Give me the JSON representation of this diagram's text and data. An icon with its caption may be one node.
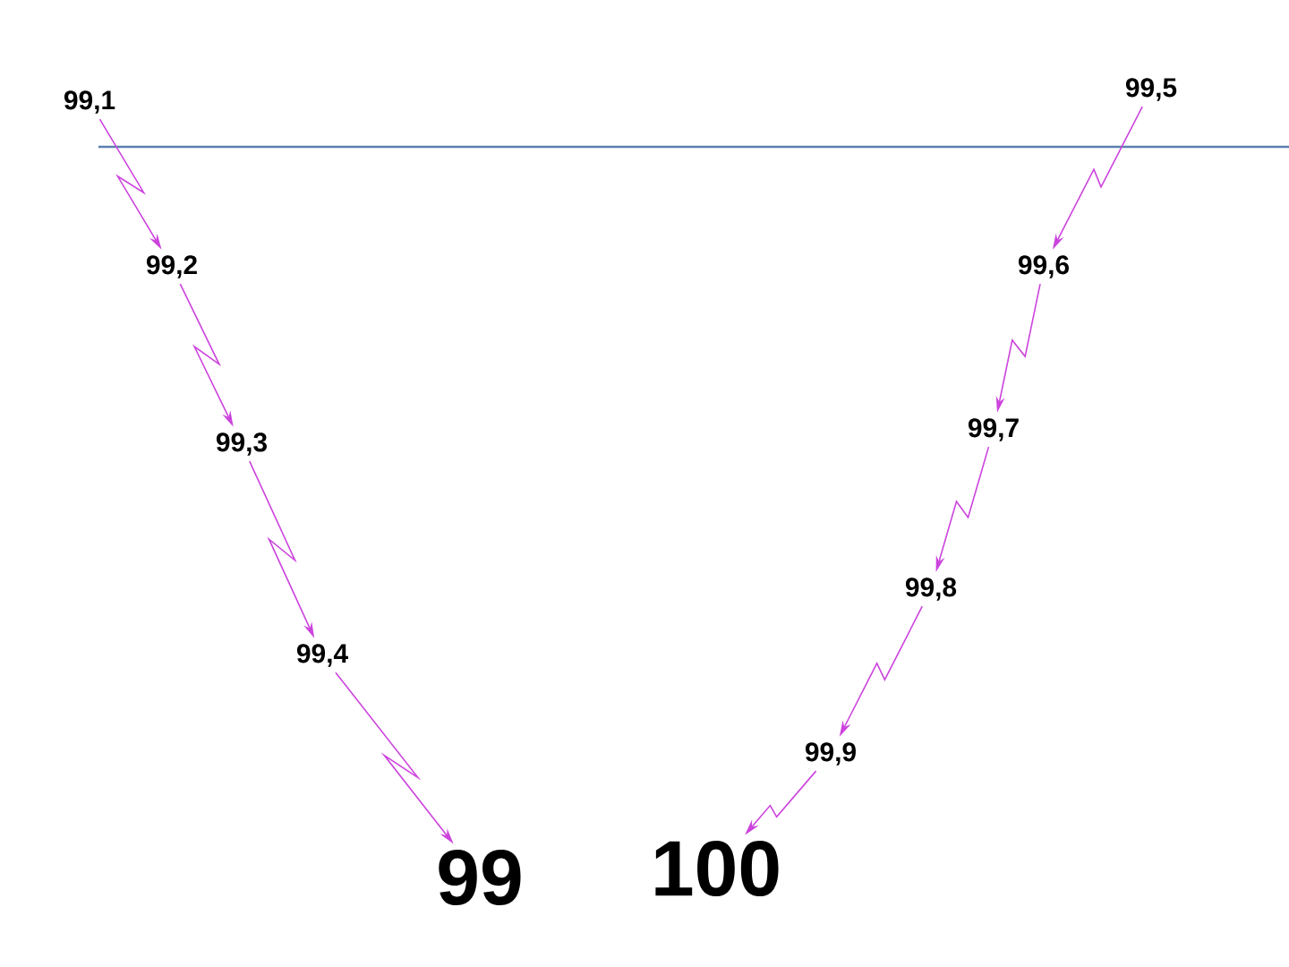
{
  "diagram": {
    "nodes": [
      {
        "text": [
          "99,1"
        ]
      },
      {
        "text": [
          "99,2"
        ]
      },
      {
        "text": [
          "99,3"
        ]
      },
      {
        "text": [
          "99,4"
        ]
      },
      {
        "text": [
          "99"
        ]
      },
      {
        "text": [
          "99,5"
        ]
      },
      {
        "text": [
          "99,6"
        ]
      },
      {
        "text": [
          "99,7"
        ]
      },
      {
        "text": [
          "99,8"
        ]
      },
      {
        "text": [
          "99,9"
        ]
      },
      {
        "text": [
          "100"
        ]
      }
    ],
    "edges": [
      {
        "from": 0,
        "to": 1,
        "arrow": "to"
      },
      {
        "from": 1,
        "to": 2,
        "arrow": "to"
      },
      {
        "from": 2,
        "to": 3,
        "arrow": "to"
      },
      {
        "from": 3,
        "to": 4,
        "arrow": "to"
      },
      {
        "from": 5,
        "to": 6,
        "arrow": "to"
      },
      {
        "from": 6,
        "to": 7,
        "arrow": "to"
      },
      {
        "from": 7,
        "to": 8,
        "arrow": "to"
      },
      {
        "from": 8,
        "to": 9,
        "arrow": "to"
      },
      {
        "from": 9,
        "to": 10,
        "arrow": "to"
      }
    ]
  }
}
